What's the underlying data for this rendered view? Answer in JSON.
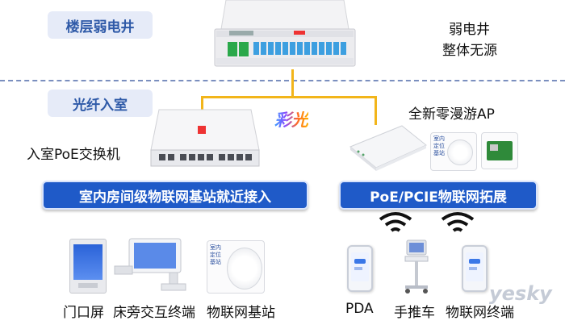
{
  "sections": {
    "floor": "楼层弱电井",
    "fiber": "光纤入室"
  },
  "labels": {
    "weak_shaft_line1": "弱电井",
    "weak_shaft_line2": "整体无源",
    "caiguang": "彩光",
    "new_ap": "全新零漫游AP",
    "poe_switch": "入室PoE交换机",
    "ap_tag": "室内\n定位\n基站"
  },
  "bars": {
    "left": "室内房间级物联网基站就近接入",
    "right": "PoE/PCIE物联网拓展"
  },
  "devices": {
    "door_screen": "门口屏",
    "bedside": "床旁交互终端",
    "iot_station": "物联网基站",
    "pda": "PDA",
    "cart": "手推车",
    "iot_terminal": "物联网终端"
  },
  "watermark": "yesky",
  "colors": {
    "accent_blue": "#1f5ac8",
    "fiber_yellow": "#f2b51a",
    "pill_bg": "#e6ebf8"
  }
}
